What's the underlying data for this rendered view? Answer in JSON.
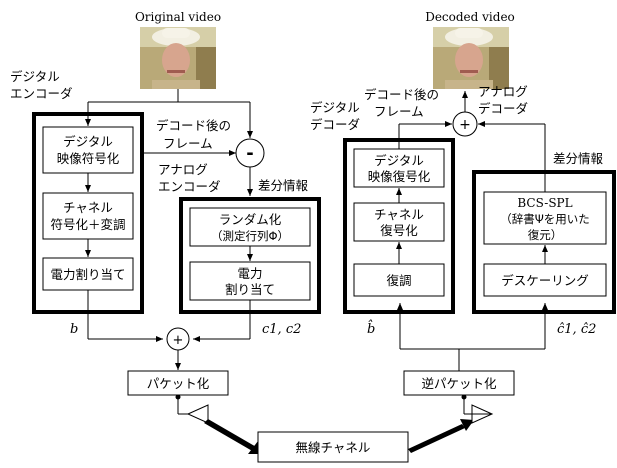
{
  "original_video_label": "Original video",
  "decoded_video_label": "Decoded video",
  "encoder": {
    "digital_encoder_label": [
      "デジタル",
      "エンコーダ"
    ],
    "digital_blocks": [
      [
        "デジタル",
        "映像符号化"
      ],
      [
        "チャネル",
        "符号化＋変調"
      ],
      [
        "電力割り当て"
      ]
    ],
    "decoded_frame_label": [
      "デコード後の",
      "フレーム"
    ],
    "subtract_symbol": "-",
    "analog_encoder_label": [
      "アナログ",
      "エンコーダ"
    ],
    "diff_info_label": "差分情報",
    "analog_blocks": [
      [
        "ランダム化",
        "（測定行列Φ）"
      ],
      [
        "電力",
        "割り当て"
      ]
    ],
    "b_label": "b",
    "c_label": "c1, c2",
    "plus_symbol": "+",
    "packetize_label": "パケット化"
  },
  "channel_label": "無線チャネル",
  "decoder": {
    "digital_decoder_label": [
      "デジタル",
      "デコーダ"
    ],
    "decoded_frame_label": [
      "デコード後の",
      "フレーム"
    ],
    "plus_symbol": "+",
    "analog_decoder_label": [
      "アナログ",
      "デコーダ"
    ],
    "diff_info_label": "差分情報",
    "digital_blocks": [
      [
        "デジタル",
        "映像復号化"
      ],
      [
        "チャネル",
        "復号化"
      ],
      [
        "復調"
      ]
    ],
    "analog_blocks": [
      [
        "BCS-SPL",
        "（辞書Ψを用いた",
        "復元）"
      ],
      [
        "デスケーリング"
      ]
    ],
    "b_hat_label": "b̂",
    "c_hat_label": "ĉ1, ĉ2",
    "depacketize_label": "逆パケット化"
  }
}
